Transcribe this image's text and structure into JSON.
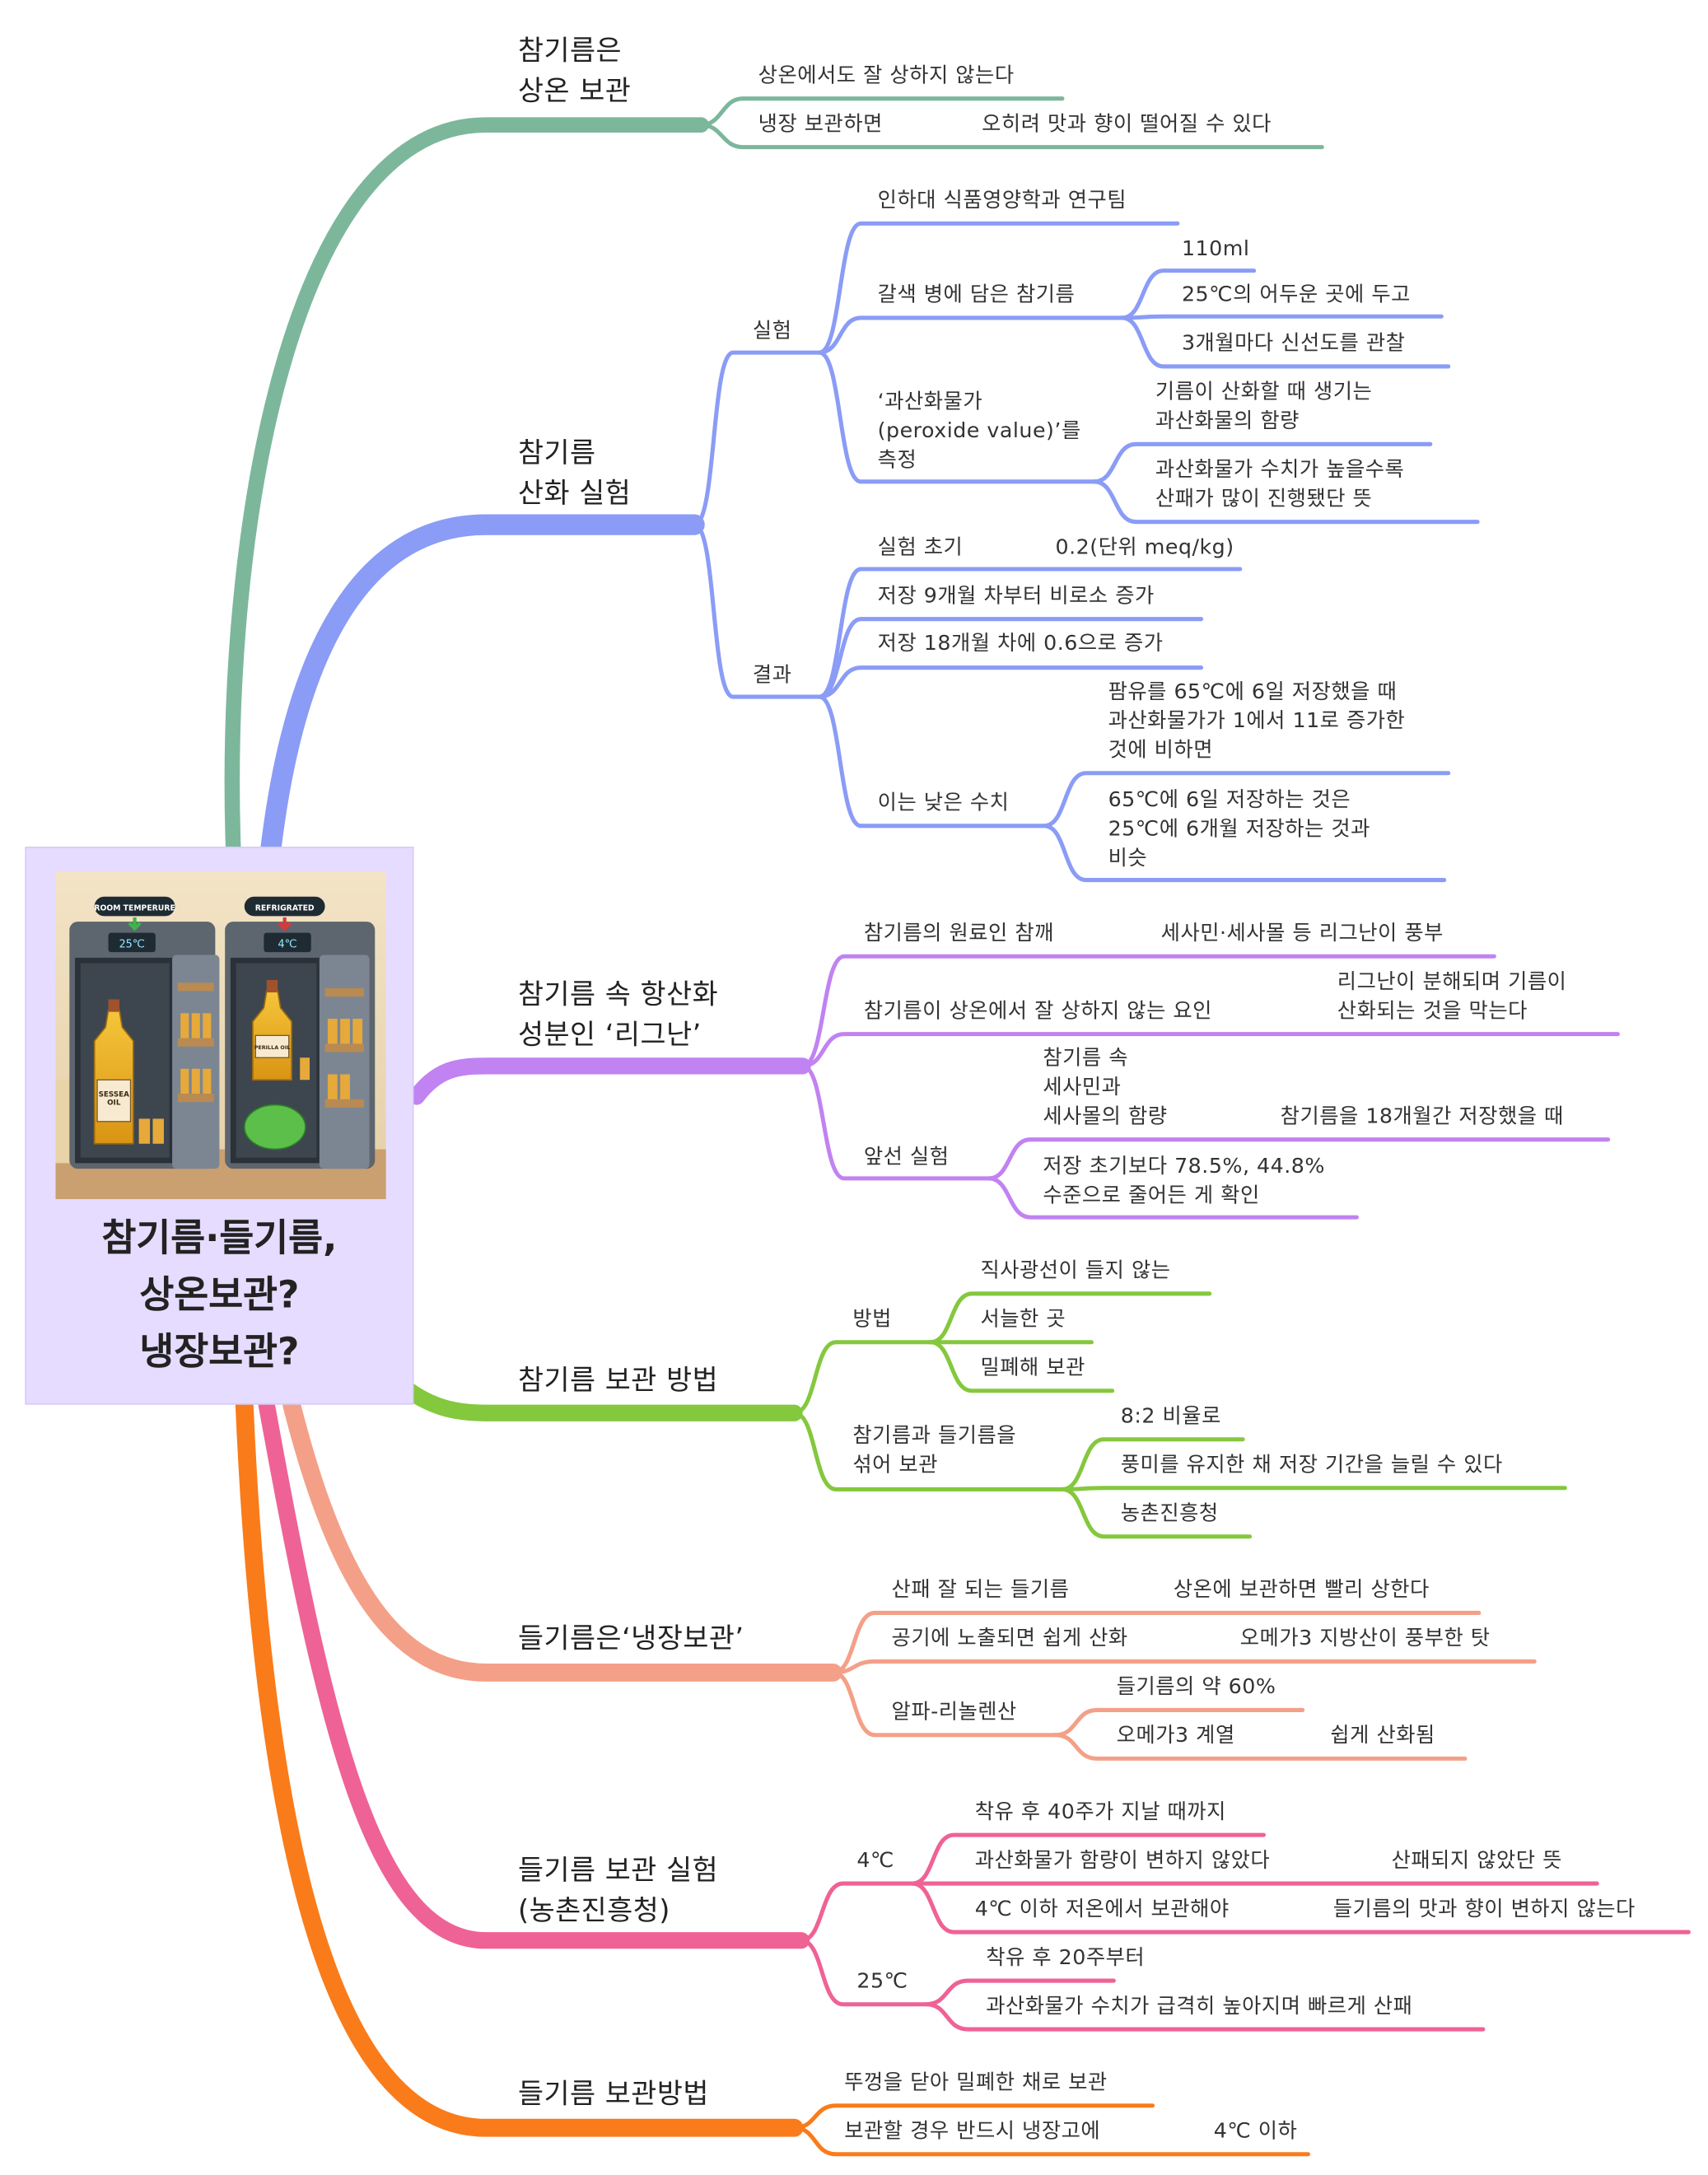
{
  "colors": {
    "teal": "#7cb79c",
    "blue": "#8a9cf6",
    "purple": "#c182f2",
    "green": "#84c83d",
    "salmon": "#f4a088",
    "pink": "#ef6295",
    "orange": "#fa7b1a",
    "card": "#e6dcff"
  },
  "center": {
    "title": "참기름·들기름,\n상온보관?\n냉장보관?",
    "image": {
      "label_room": "ROOM TEMPERURE",
      "label_fridge": "REFRIGRATED",
      "temp_room": "25℃",
      "temp_fridge": "4℃",
      "bottle_room": "SESSEA\nOIL",
      "bottle_fridge": "PERILLA OIL"
    }
  },
  "b1": {
    "title": "참기름은\n상온 보관",
    "n1": "상온에서도 잘 상하지 않는다",
    "n2": "냉장 보관하면",
    "n2a": "오히려 맛과 향이 떨어질 수 있다"
  },
  "b2": {
    "title": "참기름\n산화 실험",
    "exp": "실험",
    "exp1": "인하대 식품영양학과 연구팀",
    "exp2": "갈색 병에 담은 참기름",
    "exp2a": "110ml",
    "exp2b": "25℃의 어두운 곳에 두고",
    "exp2c": "3개월마다 신선도를 관찰",
    "exp3": "‘과산화물가\n(peroxide value)’를\n측정",
    "exp3a": "기름이 산화할 때 생기는\n과산화물의 함량",
    "exp3b": "과산화물가 수치가 높을수록\n산패가 많이 진행됐단 뜻",
    "res": "결과",
    "res1": "실험 초기",
    "res1a": "0.2(단위 meq/kg)",
    "res2": "저장 9개월 차부터 비로소 증가",
    "res3": "저장 18개월 차에 0.6으로 증가",
    "res4": "이는 낮은 수치",
    "res4a": "팜유를 65℃에 6일 저장했을 때\n과산화물가가 1에서 11로 증가한\n것에 비하면",
    "res4b": "65℃에 6일 저장하는 것은\n25℃에 6개월 저장하는 것과\n비슷"
  },
  "b3": {
    "title": "참기름 속 항산화\n성분인 ‘리그난’",
    "n1": "참기름의 원료인 참깨",
    "n1a": "세사민·세사몰 등 리그난이 풍부",
    "n2": "참기름이 상온에서 잘 상하지 않는 요인",
    "n2a": "리그난이 분해되며 기름이\n산화되는 것을 막는다",
    "n3": "앞선 실험",
    "n3a": "참기름 속\n세사민과\n세사몰의 함량",
    "n3a1": "참기름을 18개월간 저장했을 때",
    "n3b": "저장 초기보다 78.5%, 44.8%\n수준으로 줄어든 게 확인"
  },
  "b4": {
    "title": "참기름 보관 방법",
    "m": "방법",
    "m1": "직사광선이 들지 않는",
    "m2": "서늘한 곳",
    "m3": "밀폐해 보관",
    "mix": "참기름과 들기름을\n섞어 보관",
    "mix1": "8:2 비율로",
    "mix2": "풍미를 유지한 채 저장 기간을 늘릴 수 있다",
    "mix3": "농촌진흥청"
  },
  "b5": {
    "title": "들기름은‘냉장보관’",
    "n1": "산패 잘 되는 들기름",
    "n1a": "상온에 보관하면 빨리 상한다",
    "n2": "공기에 노출되면 쉽게 산화",
    "n2a": "오메가3 지방산이 풍부한 탓",
    "n3": "알파-리놀렌산",
    "n3a": "들기름의 약 60%",
    "n3b": "오메가3 계열",
    "n3b1": "쉽게 산화됨"
  },
  "b6": {
    "title": "들기름 보관 실험\n(농촌진흥청)",
    "c4": "4℃",
    "c4a": "착유 후 40주가 지날 때까지",
    "c4b": "과산화물가 함량이 변하지 않았다",
    "c4b1": "산패되지 않았단 뜻",
    "c4c": "4℃ 이하 저온에서 보관해야",
    "c4c1": "들기름의 맛과 향이 변하지 않는다",
    "c25": "25℃",
    "c25a": "착유 후 20주부터",
    "c25b": "과산화물가 수치가 급격히 높아지며 빠르게 산패"
  },
  "b7": {
    "title": "들기름 보관방법",
    "n1": "뚜껑을 닫아 밀폐한 채로 보관",
    "n2": "보관할 경우 반드시 냉장고에",
    "n2a": "4℃ 이하"
  }
}
